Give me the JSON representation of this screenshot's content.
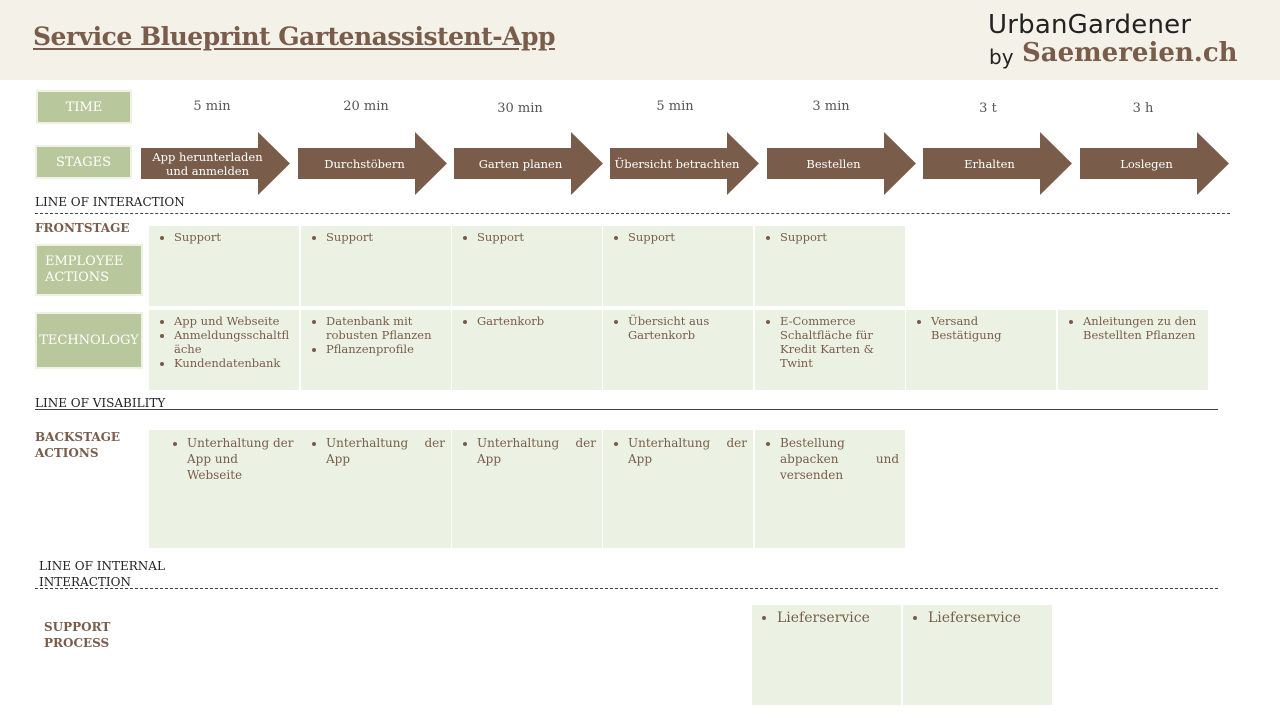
{
  "header": {
    "title": "Service Blueprint Gartenassistent-App",
    "brand_line1": "UrbanGardener",
    "brand_by": "by",
    "brand_line2": "Saemereien.ch"
  },
  "labels": {
    "time": "TIME",
    "stages": "STAGES",
    "employee_actions": "EMPLOYEE ACTIONS",
    "technology": "TECHNOLOGY"
  },
  "times": [
    "5 min",
    "20 min",
    "30 min",
    "5 min",
    "3 min",
    "3 t",
    "3 h"
  ],
  "stages": [
    "App herunterladen und anmelden",
    "Durchstöbern",
    "Garten planen",
    "Übersicht betrachten",
    "Bestellen",
    "Erhalten",
    "Loslegen"
  ],
  "lines": {
    "interaction": "LINE OF INTERACTION",
    "visibility": "LINE OF VISABILITY",
    "internal_1": "LINE OF INTERNAL",
    "internal_2": "INTERACTION"
  },
  "sections": {
    "frontstage": "FRONTSTAGE",
    "backstage_1": "BACKSTAGE",
    "backstage_2": "ACTIONS",
    "support_1": "SUPPORT",
    "support_2": "PROCESS"
  },
  "employee_actions": [
    [
      "Support"
    ],
    [
      "Support"
    ],
    [
      "Support"
    ],
    [
      "Support"
    ],
    [
      "Support"
    ]
  ],
  "technology": [
    [
      "App und Webseite",
      "Anmeldungsschaltfläche",
      "Kundendatenbank"
    ],
    [
      "Datenbank mit robusten Pflanzen",
      "Pflanzenprofile"
    ],
    [
      "Gartenkorb"
    ],
    [
      "Übersicht aus Gartenkorb"
    ],
    [
      "E-Commerce Schaltfläche für Kredit Karten & Twint"
    ],
    [
      "Versand Bestätigung"
    ],
    [
      "Anleitungen zu den Bestellten Pflanzen"
    ]
  ],
  "backstage": [
    [
      "Unterhaltung der App und Webseite"
    ],
    [
      "Unterhaltung der App"
    ],
    [
      "Unterhaltung der App"
    ],
    [
      "Unterhaltung der App"
    ],
    [
      "Bestellung abpacken und versenden"
    ]
  ],
  "support": [
    [
      "Lieferservice"
    ],
    [
      "Lieferservice"
    ]
  ],
  "colors": {
    "arrow": "#7a5c4a",
    "label_box": "#b9c79d",
    "cell": "#ecf2e3",
    "header_band": "#f4f1e9"
  }
}
